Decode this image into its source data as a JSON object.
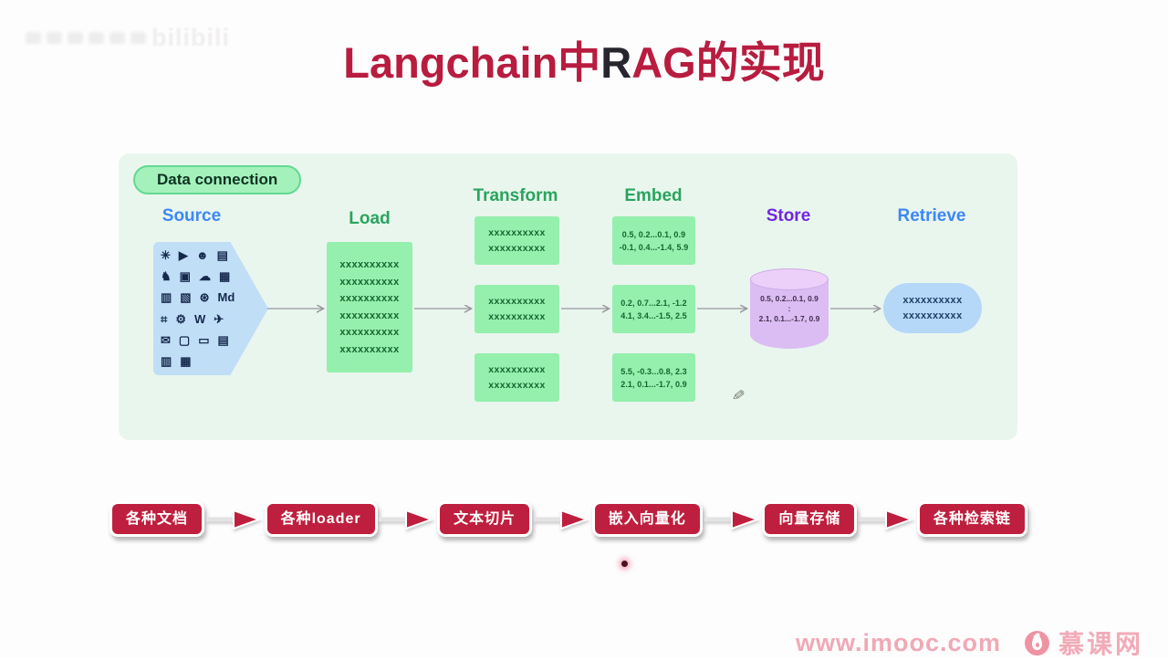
{
  "watermarks": {
    "bilibili": "bilibili",
    "imooc_url": "www.imooc.com",
    "imooc_brand": "慕课网"
  },
  "title": {
    "part1": "Langchain中",
    "part2": "R",
    "part3": "AG的实现"
  },
  "panel": {
    "badge": "Data connection",
    "headers": {
      "source": "Source",
      "load": "Load",
      "transform": "Transform",
      "embed": "Embed",
      "store": "Store",
      "retrieve": "Retrieve"
    },
    "source_icons": [
      {
        "name": "slack-icon",
        "glyph": "✳"
      },
      {
        "name": "youtube-icon",
        "glyph": "▶"
      },
      {
        "name": "discord-icon",
        "glyph": "☻"
      },
      {
        "name": "file-icon",
        "glyph": "▤"
      },
      {
        "name": "github-icon",
        "glyph": "♞"
      },
      {
        "name": "image-icon",
        "glyph": "▣"
      },
      {
        "name": "cloud-icon",
        "glyph": "☁"
      },
      {
        "name": "pdf-icon",
        "glyph": "▦"
      },
      {
        "name": "doc-icon",
        "glyph": "▥"
      },
      {
        "name": "ppt-icon",
        "glyph": "▧"
      },
      {
        "name": "web-icon",
        "glyph": "⊛"
      },
      {
        "name": "markdown-icon",
        "glyph": "Md"
      },
      {
        "name": "code-file-icon",
        "glyph": "⌗"
      },
      {
        "name": "gear-icon",
        "glyph": "⚙"
      },
      {
        "name": "wikipedia-icon",
        "glyph": "W"
      },
      {
        "name": "twitter-icon",
        "glyph": "✈"
      },
      {
        "name": "email-icon",
        "glyph": "✉"
      },
      {
        "name": "notion-icon",
        "glyph": "▢"
      },
      {
        "name": "folder-icon",
        "glyph": "▭"
      },
      {
        "name": "file-icon-2",
        "glyph": "▤"
      },
      {
        "name": "file-icon-3",
        "glyph": "▥"
      },
      {
        "name": "file-icon-4",
        "glyph": "▦"
      }
    ],
    "load_lines": [
      "xxxxxxxxxx",
      "xxxxxxxxxx",
      "xxxxxxxxxx",
      "xxxxxxxxxx",
      "xxxxxxxxxx",
      "xxxxxxxxxx"
    ],
    "transform_boxes": [
      {
        "line1": "xxxxxxxxxx",
        "line2": "xxxxxxxxxx"
      },
      {
        "line1": "xxxxxxxxxx",
        "line2": "xxxxxxxxxx"
      },
      {
        "line1": "xxxxxxxxxx",
        "line2": "xxxxxxxxxx"
      }
    ],
    "embed_boxes": [
      {
        "line1": "0.5, 0.2...0.1, 0.9",
        "line2": "-0.1, 0.4...-1.4, 5.9"
      },
      {
        "line1": "0.2, 0.7...2.1, -1.2",
        "line2": "4.1, 3.4...-1.5, 2.5"
      },
      {
        "line1": "5.5, -0.3...0.8, 2.3",
        "line2": "2.1, 0.1...-1.7, 0.9"
      }
    ],
    "store_box": {
      "line1": "0.5, 0.2...0.1, 0.9",
      "line2": ":",
      "line3": "2.1, 0.1...-1.7, 0.9"
    },
    "retrieve_box": {
      "line1": "xxxxxxxxxx",
      "line2": "xxxxxxxxxx"
    },
    "pencil_glyph": "✎"
  },
  "flow": {
    "steps": [
      "各种文档",
      "各种loader",
      "文本切片",
      "嵌入向量化",
      "向量存储",
      "各种检索链"
    ]
  },
  "colors": {
    "title_red": "#b81c3f",
    "flow_red": "#bf1f3e",
    "header_green": "#2aa45e",
    "header_blue": "#3d87f5",
    "header_purple": "#7226e0",
    "panel_bg": "#e9f6ee",
    "box_green": "#95efad",
    "source_blue": "#c0def6",
    "retrieve_blue": "#b5d8f8",
    "cylinder_purple": "#dcbdf3",
    "watermark_pink": "#f0a9b6"
  }
}
